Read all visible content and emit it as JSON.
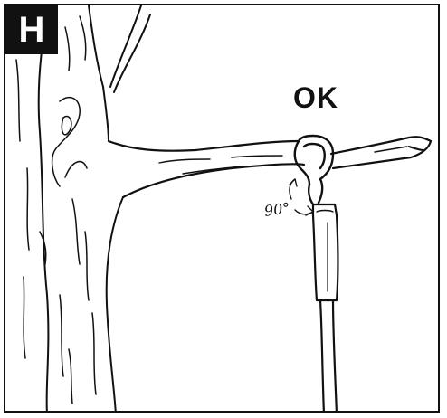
{
  "panel": {
    "letter": "H",
    "status_label": "OK",
    "angle_label": "90°"
  },
  "illustration": {
    "subject": "hammock-strap-on-tree-branch",
    "style": "black ink line drawing",
    "ink_color": "#111111",
    "background_color": "#ffffff"
  }
}
